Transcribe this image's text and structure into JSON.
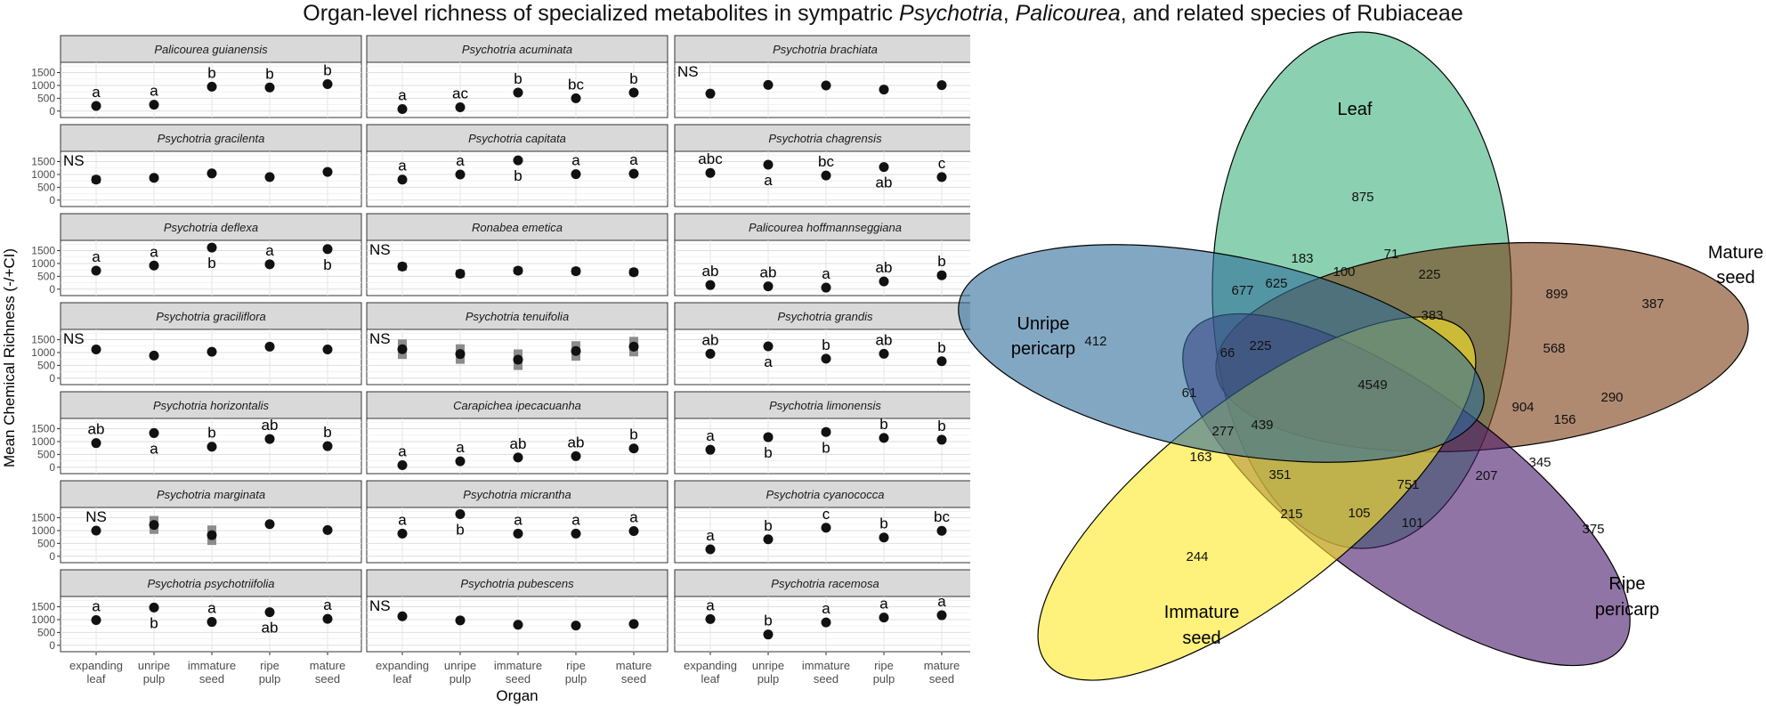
{
  "title": {
    "pre": "Organ-level richness of specialized metabolites in sympatric ",
    "g1": "Psychotria",
    "mid1": ", ",
    "g2": "Palicourea",
    "mid2": ", and related species of Rubiaceae"
  },
  "chart_data": [
    {
      "type": "scatter",
      "chart": "small-multiples",
      "xlabel": "Organ",
      "ylabel": "Mean Chemical Richness (-/+CI)",
      "categories": [
        "expanding leaf",
        "unripe pulp",
        "immature seed",
        "ripe pulp",
        "mature seed"
      ],
      "yticks": [
        0,
        500,
        1000,
        1500
      ],
      "ylim": [
        -250,
        1900
      ],
      "colors": {
        "point": "#111111",
        "ci": "#8c8c8c",
        "strip": "#d9d9d9"
      },
      "panels": [
        {
          "species": "Palicourea guianensis",
          "means": [
            200,
            250,
            950,
            920,
            1050
          ],
          "ci": [
            60,
            60,
            60,
            60,
            60
          ],
          "letters": [
            {
              "t": "a",
              "pos": "above"
            },
            {
              "t": "a",
              "pos": "above"
            },
            {
              "t": "b",
              "pos": "above"
            },
            {
              "t": "b",
              "pos": "above"
            },
            {
              "t": "b",
              "pos": "above"
            }
          ]
        },
        {
          "species": "Psychotria acuminata",
          "means": [
            80,
            150,
            720,
            500,
            720
          ],
          "ci": [
            60,
            60,
            60,
            60,
            60
          ],
          "letters": [
            {
              "t": "a",
              "pos": "above"
            },
            {
              "t": "ac",
              "pos": "above"
            },
            {
              "t": "b",
              "pos": "above"
            },
            {
              "t": "bc",
              "pos": "above"
            },
            {
              "t": "b",
              "pos": "above"
            }
          ]
        },
        {
          "species": "Psychotria brachiata",
          "means": [
            680,
            1020,
            1000,
            840,
            1010
          ],
          "ci": [
            60,
            60,
            60,
            60,
            60
          ],
          "letters": [
            {
              "t": "NS",
              "pos": "ns"
            },
            {
              "t": "",
              "pos": "above"
            },
            {
              "t": "",
              "pos": "above"
            },
            {
              "t": "",
              "pos": "above"
            },
            {
              "t": "",
              "pos": "above"
            }
          ]
        },
        {
          "species": "Psychotria gracilenta",
          "means": [
            800,
            870,
            1040,
            900,
            1100
          ],
          "ci": [
            150,
            60,
            60,
            60,
            60
          ],
          "letters": [
            {
              "t": "NS",
              "pos": "ns"
            },
            {
              "t": "",
              "pos": "above"
            },
            {
              "t": "",
              "pos": "above"
            },
            {
              "t": "",
              "pos": "above"
            },
            {
              "t": "",
              "pos": "above"
            }
          ]
        },
        {
          "species": "Psychotria capitata",
          "means": [
            800,
            1000,
            1550,
            1010,
            1030
          ],
          "ci": [
            60,
            60,
            60,
            60,
            60
          ],
          "letters": [
            {
              "t": "a",
              "pos": "above"
            },
            {
              "t": "a",
              "pos": "above"
            },
            {
              "t": "b",
              "pos": "below"
            },
            {
              "t": "a",
              "pos": "above"
            },
            {
              "t": "a",
              "pos": "above"
            }
          ]
        },
        {
          "species": "Psychotria chagrensis",
          "means": [
            1060,
            1380,
            960,
            1290,
            900
          ],
          "ci": [
            60,
            60,
            60,
            60,
            60
          ],
          "letters": [
            {
              "t": "abc",
              "pos": "above"
            },
            {
              "t": "a",
              "pos": "below"
            },
            {
              "t": "bc",
              "pos": "above"
            },
            {
              "t": "ab",
              "pos": "below"
            },
            {
              "t": "c",
              "pos": "above"
            }
          ]
        },
        {
          "species": "Psychotria deflexa",
          "means": [
            720,
            920,
            1620,
            970,
            1560
          ],
          "ci": [
            60,
            60,
            60,
            60,
            60
          ],
          "letters": [
            {
              "t": "a",
              "pos": "above"
            },
            {
              "t": "a",
              "pos": "above"
            },
            {
              "t": "b",
              "pos": "below"
            },
            {
              "t": "a",
              "pos": "above"
            },
            {
              "t": "b",
              "pos": "below"
            }
          ]
        },
        {
          "species": "Ronabea emetica",
          "means": [
            880,
            600,
            720,
            700,
            660
          ],
          "ci": [
            160,
            160,
            140,
            140,
            150
          ],
          "letters": [
            {
              "t": "NS",
              "pos": "ns"
            },
            {
              "t": "",
              "pos": "above"
            },
            {
              "t": "",
              "pos": "above"
            },
            {
              "t": "",
              "pos": "above"
            },
            {
              "t": "",
              "pos": "above"
            }
          ]
        },
        {
          "species": "Palicourea hoffmannseggiana",
          "means": [
            160,
            110,
            60,
            300,
            540
          ],
          "ci": [
            80,
            80,
            80,
            80,
            120
          ],
          "letters": [
            {
              "t": "ab",
              "pos": "above"
            },
            {
              "t": "ab",
              "pos": "above"
            },
            {
              "t": "a",
              "pos": "above"
            },
            {
              "t": "ab",
              "pos": "above"
            },
            {
              "t": "b",
              "pos": "above"
            }
          ]
        },
        {
          "species": "Psychotria graciliflora",
          "means": [
            1120,
            880,
            1030,
            1230,
            1120
          ],
          "ci": [
            60,
            60,
            60,
            60,
            60
          ],
          "letters": [
            {
              "t": "NS",
              "pos": "ns"
            },
            {
              "t": "",
              "pos": "above"
            },
            {
              "t": "",
              "pos": "above"
            },
            {
              "t": "",
              "pos": "above"
            },
            {
              "t": "",
              "pos": "above"
            }
          ]
        },
        {
          "species": "Psychotria tenuifolia",
          "means": [
            1130,
            940,
            720,
            1060,
            1230
          ],
          "ci": [
            380,
            380,
            400,
            380,
            380
          ],
          "letters": [
            {
              "t": "NS",
              "pos": "ns"
            },
            {
              "t": "",
              "pos": "above"
            },
            {
              "t": "",
              "pos": "above"
            },
            {
              "t": "",
              "pos": "above"
            },
            {
              "t": "",
              "pos": "above"
            }
          ]
        },
        {
          "species": "Psychotria grandis",
          "means": [
            950,
            1240,
            760,
            950,
            660
          ],
          "ci": [
            60,
            60,
            60,
            60,
            60
          ],
          "letters": [
            {
              "t": "ab",
              "pos": "above"
            },
            {
              "t": "a",
              "pos": "below"
            },
            {
              "t": "b",
              "pos": "above"
            },
            {
              "t": "ab",
              "pos": "above"
            },
            {
              "t": "b",
              "pos": "above"
            }
          ]
        },
        {
          "species": "Psychotria horizontalis",
          "means": [
            940,
            1330,
            800,
            1100,
            820
          ],
          "ci": [
            60,
            60,
            60,
            60,
            60
          ],
          "letters": [
            {
              "t": "ab",
              "pos": "above"
            },
            {
              "t": "a",
              "pos": "below"
            },
            {
              "t": "b",
              "pos": "above"
            },
            {
              "t": "ab",
              "pos": "above"
            },
            {
              "t": "b",
              "pos": "above"
            }
          ]
        },
        {
          "species": "Carapichea ipecacuanha",
          "means": [
            80,
            230,
            380,
            430,
            730
          ],
          "ci": [
            60,
            60,
            60,
            60,
            60
          ],
          "letters": [
            {
              "t": "a",
              "pos": "above"
            },
            {
              "t": "a",
              "pos": "above"
            },
            {
              "t": "ab",
              "pos": "above"
            },
            {
              "t": "ab",
              "pos": "above"
            },
            {
              "t": "b",
              "pos": "above"
            }
          ]
        },
        {
          "species": "Psychotria limonensis",
          "means": [
            680,
            1170,
            1370,
            1140,
            1070
          ],
          "ci": [
            60,
            120,
            120,
            60,
            60
          ],
          "letters": [
            {
              "t": "a",
              "pos": "above"
            },
            {
              "t": "b",
              "pos": "below"
            },
            {
              "t": "b",
              "pos": "below"
            },
            {
              "t": "b",
              "pos": "above"
            },
            {
              "t": "b",
              "pos": "above"
            }
          ]
        },
        {
          "species": "Psychotria marginata",
          "means": [
            1000,
            1220,
            820,
            1250,
            1020
          ],
          "ci": [
            60,
            350,
            380,
            60,
            60
          ],
          "letters": [
            {
              "t": "NS",
              "pos": "above"
            },
            {
              "t": "",
              "pos": "above"
            },
            {
              "t": "",
              "pos": "above"
            },
            {
              "t": "",
              "pos": "above"
            },
            {
              "t": "",
              "pos": "above"
            }
          ]
        },
        {
          "species": "Psychotria micrantha",
          "means": [
            880,
            1640,
            880,
            880,
            980
          ],
          "ci": [
            60,
            60,
            60,
            60,
            60
          ],
          "letters": [
            {
              "t": "a",
              "pos": "above"
            },
            {
              "t": "b",
              "pos": "below"
            },
            {
              "t": "a",
              "pos": "above"
            },
            {
              "t": "a",
              "pos": "above"
            },
            {
              "t": "a",
              "pos": "above"
            }
          ]
        },
        {
          "species": "Psychotria cyanococca",
          "means": [
            270,
            660,
            1110,
            730,
            990
          ],
          "ci": [
            60,
            60,
            60,
            60,
            60
          ],
          "letters": [
            {
              "t": "a",
              "pos": "above"
            },
            {
              "t": "b",
              "pos": "above"
            },
            {
              "t": "c",
              "pos": "above"
            },
            {
              "t": "b",
              "pos": "above"
            },
            {
              "t": "bc",
              "pos": "above"
            }
          ]
        },
        {
          "species": "Psychotria psychotriifolia",
          "means": [
            980,
            1470,
            910,
            1290,
            1030
          ],
          "ci": [
            60,
            60,
            60,
            60,
            60
          ],
          "letters": [
            {
              "t": "a",
              "pos": "above"
            },
            {
              "t": "b",
              "pos": "below"
            },
            {
              "t": "a",
              "pos": "above"
            },
            {
              "t": "ab",
              "pos": "below"
            },
            {
              "t": "a",
              "pos": "above"
            }
          ]
        },
        {
          "species": "Psychotria pubescens",
          "means": [
            1130,
            970,
            800,
            770,
            830
          ],
          "ci": [
            60,
            60,
            60,
            60,
            60
          ],
          "letters": [
            {
              "t": "NS",
              "pos": "ns"
            },
            {
              "t": "",
              "pos": "above"
            },
            {
              "t": "",
              "pos": "above"
            },
            {
              "t": "",
              "pos": "above"
            },
            {
              "t": "",
              "pos": "above"
            }
          ]
        },
        {
          "species": "Psychotria racemosa",
          "means": [
            1020,
            420,
            890,
            1080,
            1170
          ],
          "ci": [
            60,
            60,
            60,
            60,
            60
          ],
          "letters": [
            {
              "t": "a",
              "pos": "above"
            },
            {
              "t": "b",
              "pos": "above"
            },
            {
              "t": "a",
              "pos": "above"
            },
            {
              "t": "a",
              "pos": "above"
            },
            {
              "t": "a",
              "pos": "above"
            }
          ]
        }
      ]
    },
    {
      "type": "diagram",
      "chart": "venn",
      "sets": [
        {
          "name": "Leaf",
          "lines": [
            "Leaf"
          ],
          "color": "#3db37d"
        },
        {
          "name": "Mature seed",
          "lines": [
            "Mature",
            "seed"
          ],
          "color": "#7a3c12"
        },
        {
          "name": "Ripe pericarp",
          "lines": [
            "Ripe",
            "pericarp"
          ],
          "color": "#48186a"
        },
        {
          "name": "Immature seed",
          "lines": [
            "Immature",
            "seed"
          ],
          "color": "#fde725"
        },
        {
          "name": "Unripe pericarp",
          "lines": [
            "Unripe",
            "pericarp"
          ],
          "color": "#2f6d99"
        }
      ],
      "region_counts": [
        "875",
        "387",
        "375",
        "244",
        "412",
        "183",
        "71",
        "625",
        "677",
        "100",
        "225",
        "899",
        "383",
        "225",
        "568",
        "66",
        "4549",
        "904",
        "290",
        "61",
        "156",
        "277",
        "439",
        "345",
        "163",
        "351",
        "751",
        "207",
        "215",
        "105",
        "101"
      ]
    }
  ]
}
